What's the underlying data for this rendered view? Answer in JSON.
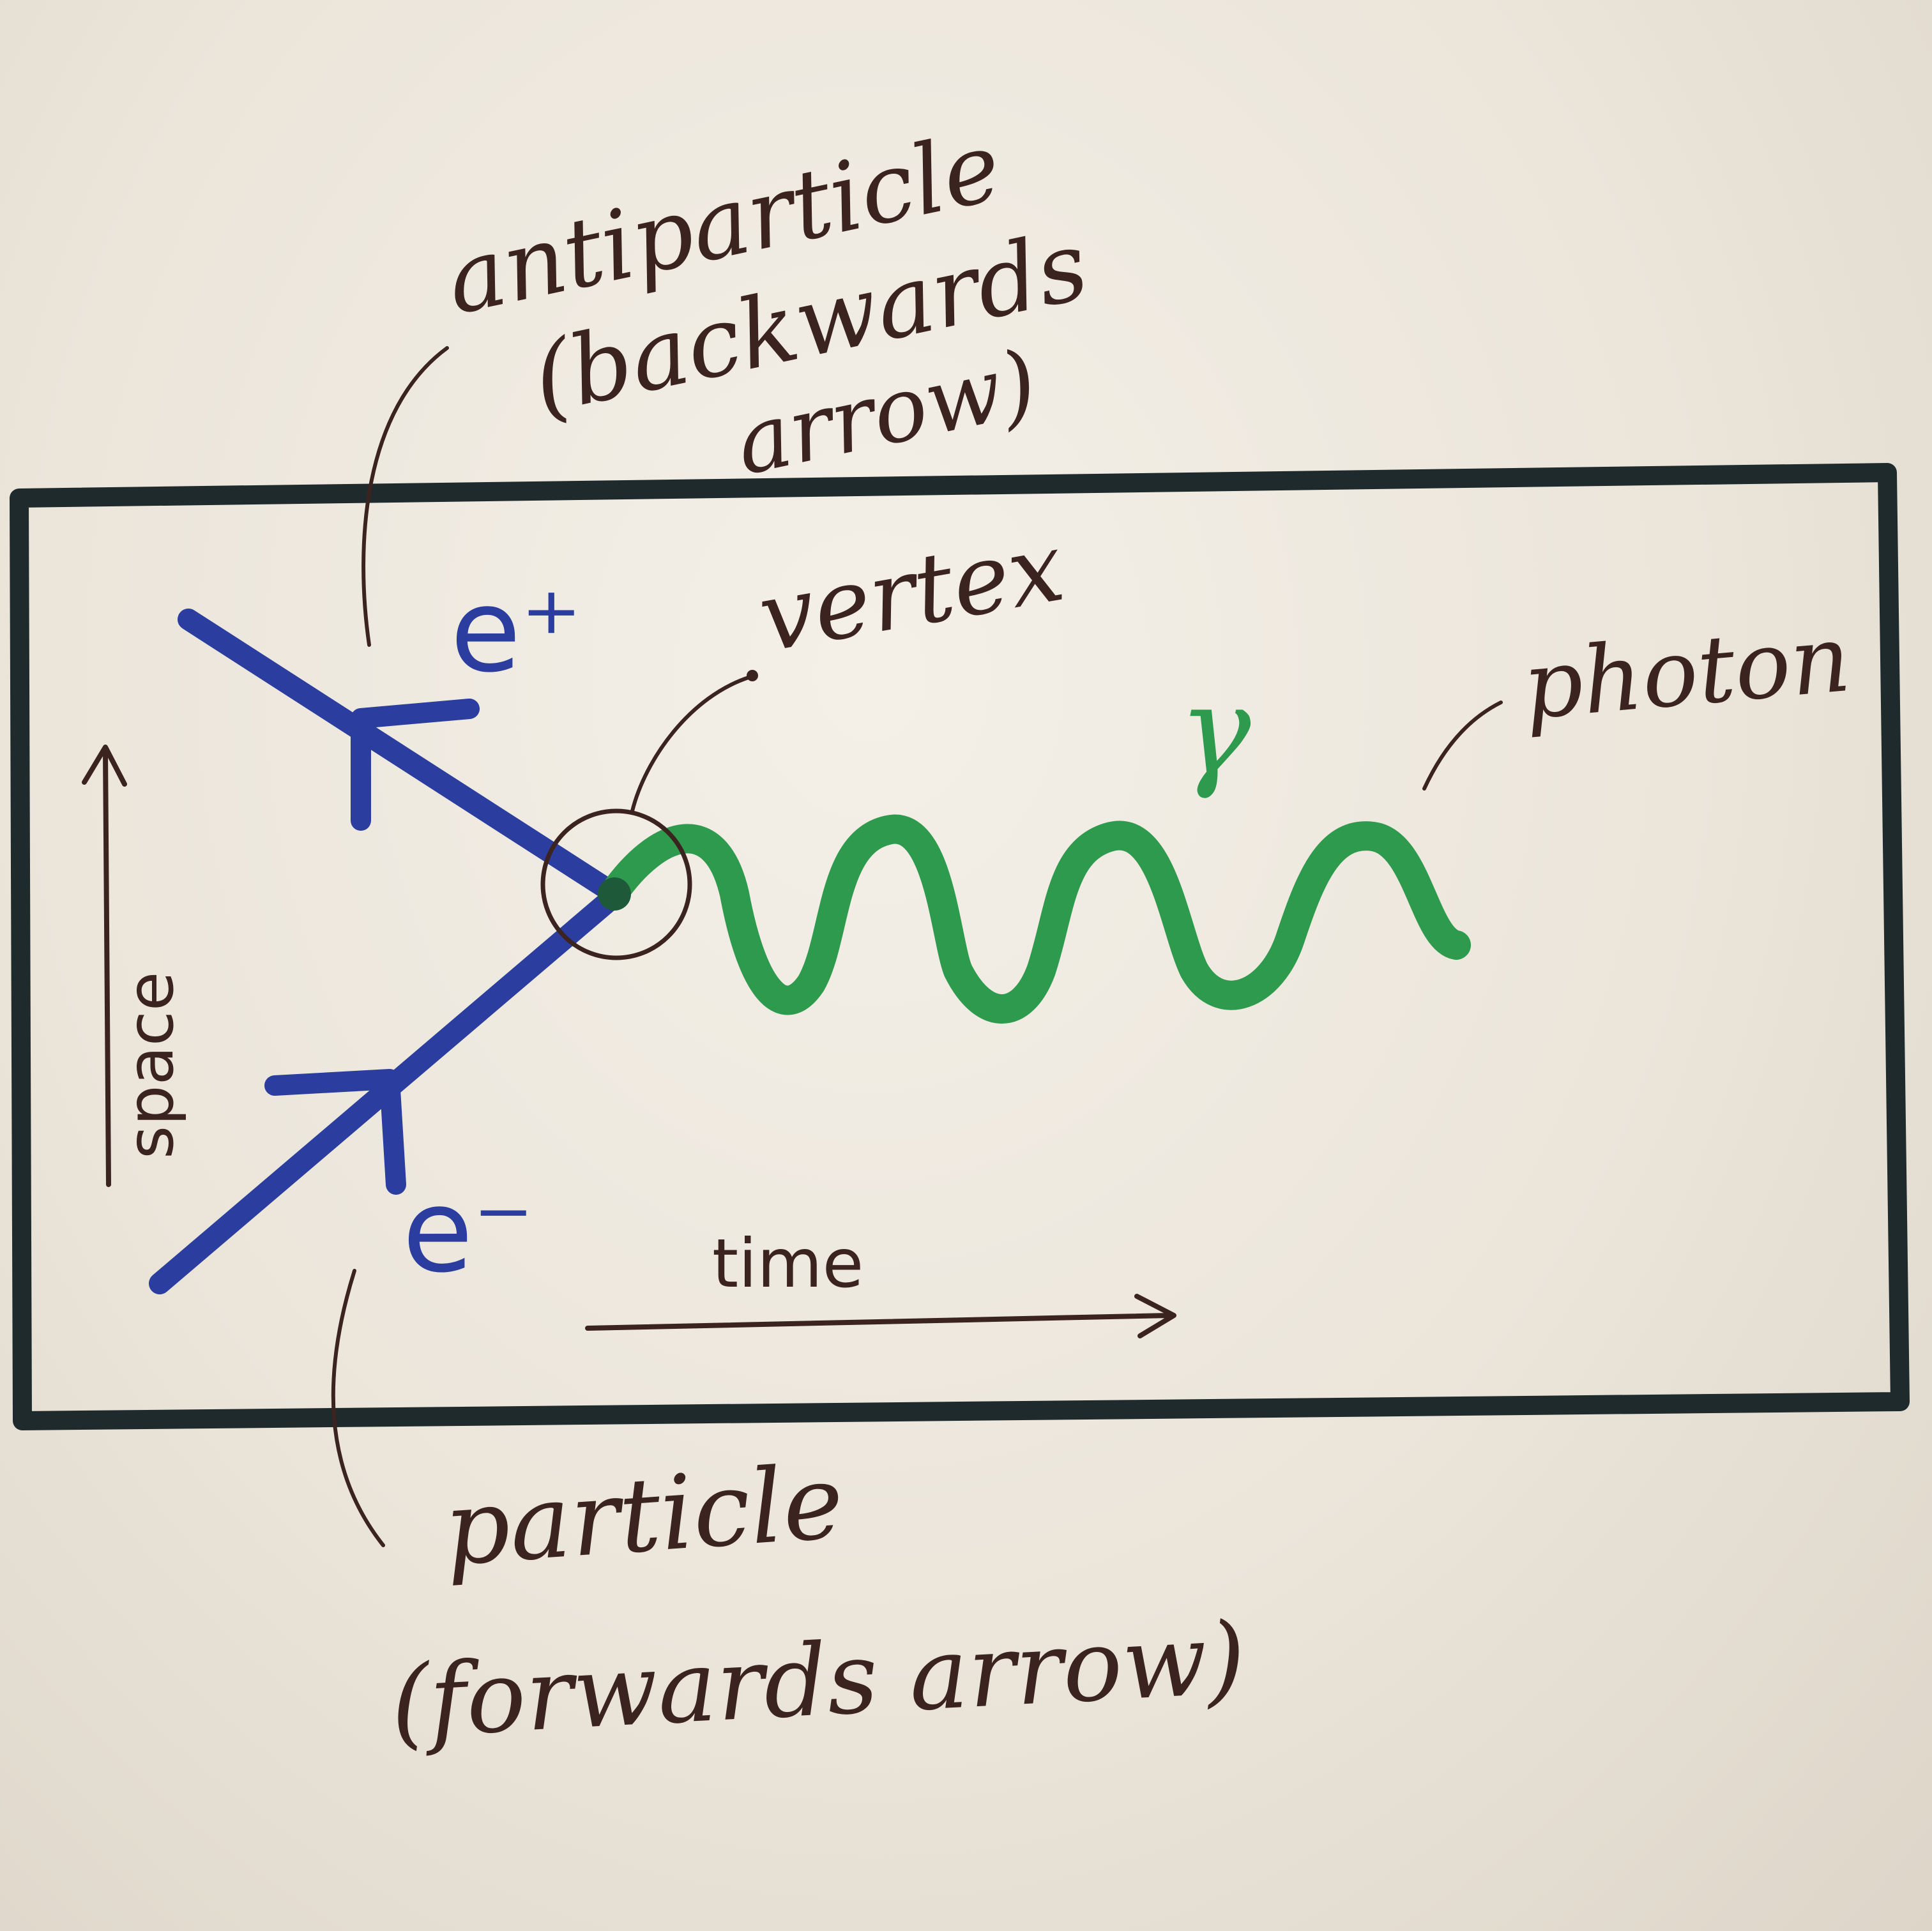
{
  "annotations": {
    "antiparticle": [
      "antiparticle",
      "(backwards",
      "arrow)"
    ],
    "vertex": "vertex",
    "photon": "photon",
    "particle": [
      "particle",
      "(forwards arrow)"
    ],
    "time_axis": "time",
    "space_axis": "space"
  },
  "particles": {
    "positron": "e⁺",
    "electron": "e⁻",
    "photon_symbol": "γ"
  },
  "colors": {
    "frame": "#1f2a2c",
    "fermion": "#2b3ea0",
    "photon": "#2e9a4e",
    "ink": "#3b2320"
  }
}
